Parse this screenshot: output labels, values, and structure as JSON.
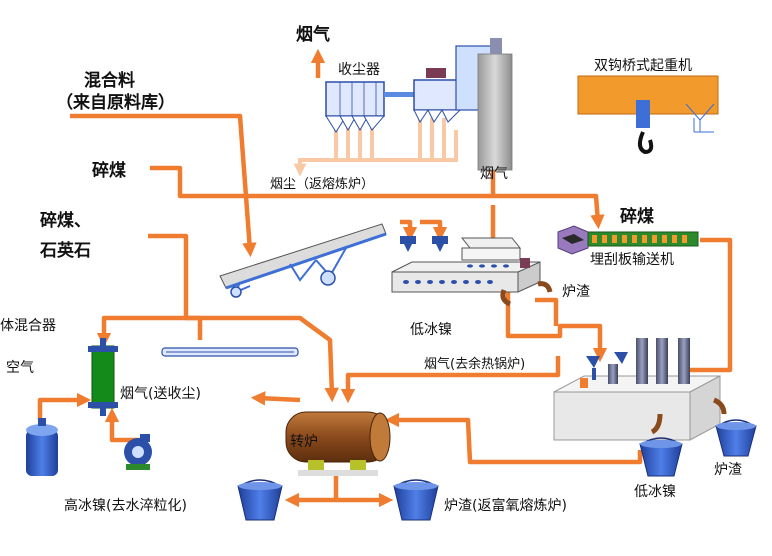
{
  "labels": {
    "flue_gas_top": "烟气",
    "dust_collector": "收尘器",
    "mixed_material": "混合料",
    "mixed_material_source": "（来自原料库）",
    "crushed_coal_1": "碎煤",
    "dust_return": "烟尘（返熔炼炉）",
    "flue_gas_mid": "烟气",
    "crushed_coal_quartz_1": "碎煤、",
    "crushed_coal_quartz_2": "石英石",
    "crane": "双钩桥式起重机",
    "crushed_coal_2": "碎煤",
    "scraper_conveyor": "埋刮板输送机",
    "slag_1": "炉渣",
    "low_nickel_matte_1": "低冰镍",
    "gas_mixer": "气体混合器",
    "air": "空气",
    "flue_gas_to_boiler": "烟气(去余热锅炉)",
    "flue_gas_to_collector": "烟气(送收尘)",
    "converter": "转炉",
    "slag_2": "炉渣",
    "low_nickel_matte_2": "低冰镍",
    "high_nickel_matte": "高冰镍(去水淬粒化)",
    "slag_return": "炉渣(返富氧熔炼炉)"
  },
  "colors": {
    "flow": "#f07c30",
    "flow_light": "#f8c9a4",
    "equipment_blue": "#3d6fd6",
    "equipment_gray": "#c9c9c9",
    "crane_orange": "#f39a2c",
    "mixer_green": "#138a1a",
    "converter_brown": "#8a4a1c",
    "ladle_blue": "#2c5ac8",
    "furnace_light": "#e8e8e8"
  }
}
